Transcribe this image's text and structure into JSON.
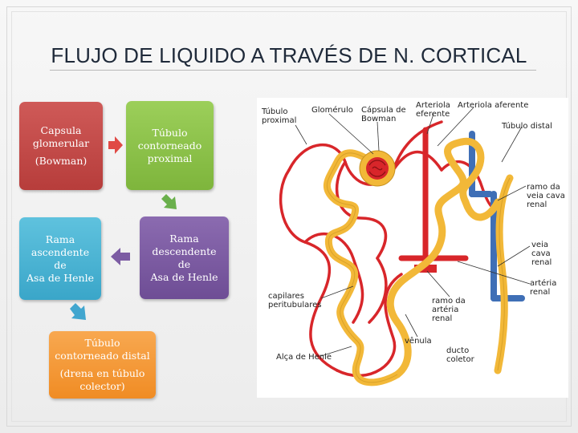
{
  "title": "FLUJO DE LIQUIDO A TRAVÉS DE N. CORTICAL",
  "flow": {
    "capsula": [
      "Capsula",
      "glomerular",
      "(Bowman)"
    ],
    "tubulo_proximal": [
      "Túbulo",
      "contorneado",
      "proximal"
    ],
    "rama_descendente": [
      "Rama",
      "descendente de",
      "Asa de Henle"
    ],
    "rama_ascendente": [
      "Rama",
      "ascendente de",
      "Asa de Henle"
    ],
    "tubulo_distal": [
      "Túbulo",
      "contorneado distal",
      "(drena en túbulo",
      "colector)"
    ]
  },
  "colors": {
    "capsula": "#c44846",
    "proximal": "#8cc24a",
    "ascendente": "#4ab3d4",
    "descendente": "#7c5ca3",
    "distal": "#f39a36",
    "arrow_red": "#e04a45",
    "arrow_green": "#6ab04c",
    "arrow_purple": "#7c5ca3",
    "arrow_blue": "#41a6cf",
    "tubule": "#f2b838",
    "artery": "#d8262a",
    "vein": "#3f6fb6"
  },
  "figure": {
    "labels": {
      "tubulo_proximal": [
        "Túbulo",
        "proximal"
      ],
      "glomerulo": [
        "Glomérulo"
      ],
      "capsula_bowman": [
        "Cápsula de",
        "Bowman"
      ],
      "arteriola_eferente": [
        "Arteriola",
        "eferente"
      ],
      "arteriola_aferente": [
        "Arteriola aferente"
      ],
      "tubulo_distal": [
        "Túbulo distal"
      ],
      "ramo_veia": [
        "ramo da",
        "veia cava",
        "renal"
      ],
      "veia_cava": [
        "veia",
        "cava",
        "renal"
      ],
      "arteria_renal": [
        "artéria",
        "renal"
      ],
      "capilares": [
        "capilares",
        "peritubulares"
      ],
      "ramo_arteria": [
        "ramo da",
        "artéria",
        "renal"
      ],
      "vénula": [
        "vênula"
      ],
      "alca_henle": [
        "Alça de Henle"
      ],
      "ducto_coletor": [
        "ducto",
        "coletor"
      ]
    }
  }
}
